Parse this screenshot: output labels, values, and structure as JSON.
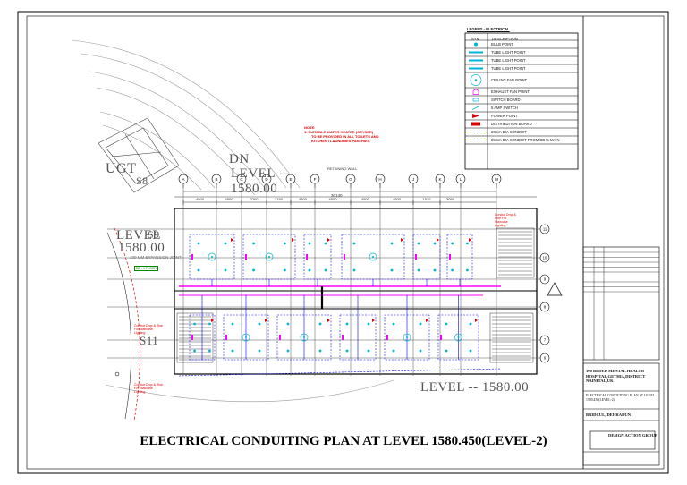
{
  "drawing_title": "ELECTRICAL CONDUITING PLAN AT LEVEL 1580.450(LEVEL-2)",
  "plan_labels": {
    "dn": "DN",
    "level_upper": "LEVEL --",
    "level_upper_value": "1580.00",
    "level_left": "LEVEL",
    "level_left_value": "1580.00",
    "level_right": "LEVEL -- 1580.00",
    "ugt": "UGT",
    "s8": "S8",
    "s9": "S9",
    "s11": "S11",
    "expansion_joint": "100 MM EXPANSION JOINT",
    "retaining_wall": "RETAINING WALL",
    "overall_dim": "30140"
  },
  "note": {
    "heading": "NOTE:",
    "lines": [
      "1. SUITABLE WATER HEATER (GEYSER)",
      "TO BE PROVIDED IN ALL TOILETS AND",
      "KITCHEN / LAUNDRIES PANTRIES"
    ]
  },
  "legend": {
    "title": "LEGEND - ELECTRICAL",
    "header_symbol": "SYM",
    "header_desc": "DESCRIPTION",
    "items": [
      {
        "icon": "light-point-icon",
        "label": "BULB POINT"
      },
      {
        "icon": "tube-light-icon",
        "label": "TUBE LIGHT POINT"
      },
      {
        "icon": "tube-light-icon",
        "label": "TUBE LIGHT POINT"
      },
      {
        "icon": "tube-light-icon",
        "label": "TUBE LIGHT POINT"
      },
      {
        "icon": "ceiling-fan-icon",
        "label": "CEILING FAN POINT"
      },
      {
        "icon": "exhaust-fan-icon",
        "label": "EXHAUST FAN POINT"
      },
      {
        "icon": "switch-board-icon",
        "label": "SWITCH BOARD"
      },
      {
        "icon": "socket-icon",
        "label": "5 AMP SWITCH"
      },
      {
        "icon": "power-point-icon",
        "label": "POWER POINT"
      },
      {
        "icon": "distribution-board-icon",
        "label": "DISTRIBUTION BOARD"
      },
      {
        "icon": "conduit-line-icon",
        "label": "20mm DIA CONDUIT"
      },
      {
        "icon": "conduit-line-icon",
        "label": "25mm DIA CONDUIT FROM DB to MAIN"
      }
    ]
  },
  "callouts": [
    "Conduit Drop & Rise For Staircase Lighting",
    "Conduit Drop & Rise For Staircase Lighting",
    "Conduit Drop & Rise For Staircase Lighting",
    "DB - 1 FLOOR"
  ],
  "grid_markers": [
    "A",
    "B",
    "C",
    "D",
    "E",
    "F",
    "G",
    "H",
    "J",
    "K",
    "L",
    "M"
  ],
  "row_markers": [
    "11",
    "10",
    "9",
    "8",
    "7",
    "6"
  ],
  "dimensions": [
    "4500",
    "4500",
    "2200",
    "2150",
    "4500",
    "4500",
    "4500",
    "4500",
    "1570",
    "3050"
  ],
  "title_block": {
    "project": "100 BEDED MENTAL HEALTH HOSPITAL,GETHIA,DISTRICT NAINITAL,UK",
    "drawing": "ELECTRICAL CONDUITING PLAN AT LEVEL 1580.450(LEVEL-2)",
    "client": "BRIDCUL, DEHRADUN",
    "consultant": "DESIGN ACTION GROUP"
  },
  "colors": {
    "line": "#000000",
    "conduit_primary": "#0000ff",
    "conduit_db": "#ff00ff",
    "fixture": "#00b4d8",
    "annotation": "#e00000",
    "arc": "#9a9a9a"
  }
}
